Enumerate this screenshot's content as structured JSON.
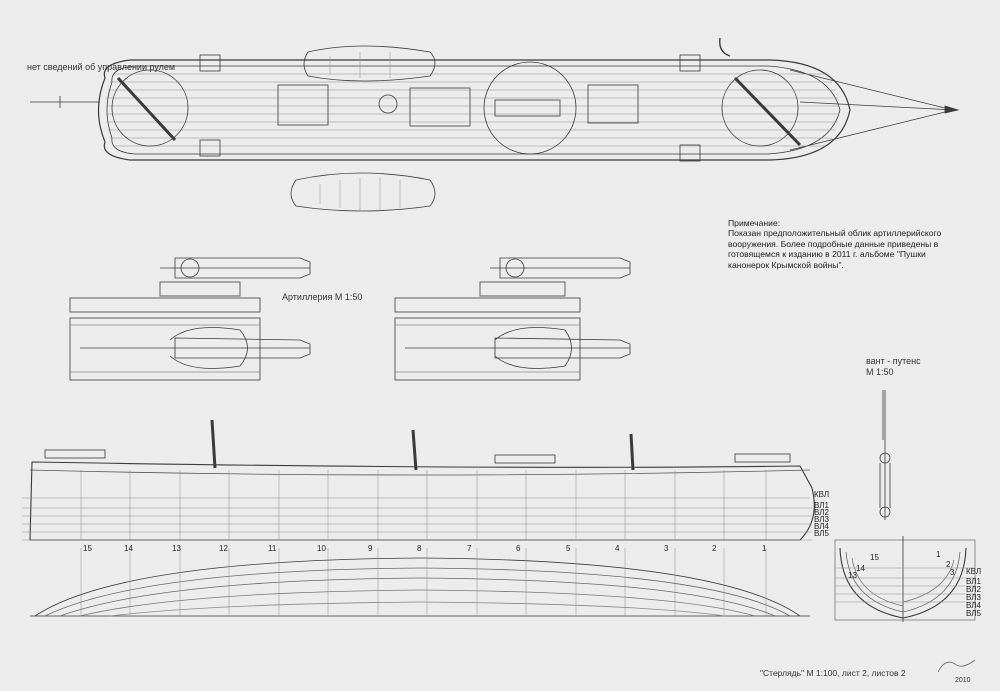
{
  "labels": {
    "rudder_note": "нет сведений об управлении рулем",
    "artillery_scale": "Артиллерия М 1:50",
    "shroud_title": "вант - путенс",
    "shroud_scale": "М 1:50",
    "sheet_title": "\"Стерлядь\" М 1:100, лист 2, листов 2",
    "signature": "2010"
  },
  "note": {
    "heading": "Примечание:",
    "text": "Показан предположительный облик артиллерийского вооружения. Более подробные данные приведены в готовящемся к изданию в 2011 г. альбоме \"Пушки канонерок Крымской войны\"."
  },
  "frames": [
    "15",
    "14",
    "13",
    "12",
    "11",
    "10",
    "9",
    "8",
    "7",
    "6",
    "5",
    "4",
    "3",
    "2",
    "1"
  ],
  "waterlines": [
    "КВЛ",
    "ВЛ1",
    "ВЛ2",
    "ВЛ3",
    "ВЛ4",
    "ВЛ5"
  ],
  "body_plan_frames": [
    "15",
    "14",
    "13",
    "1",
    "2",
    "3"
  ],
  "colors": {
    "paper": "#ececec",
    "ink": "#333333",
    "light": "#8a8a8a"
  }
}
